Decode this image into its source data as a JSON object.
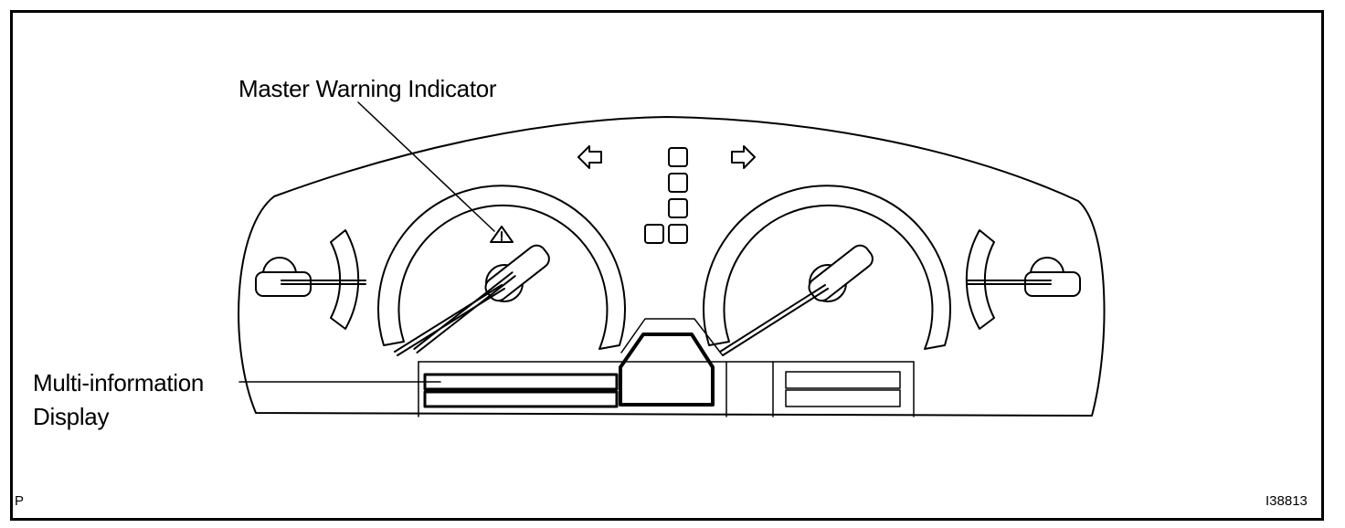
{
  "labels": {
    "master_warning": "Master Warning Indicator",
    "multi_info_line1": "Multi-information",
    "multi_info_line2": "Display",
    "corner_left": "P",
    "corner_right": "I38813"
  },
  "colors": {
    "line": "#000000",
    "background": "#ffffff"
  },
  "icons": [
    "warning-triangle-icon",
    "left-turn-arrow-icon",
    "right-turn-arrow-icon"
  ]
}
